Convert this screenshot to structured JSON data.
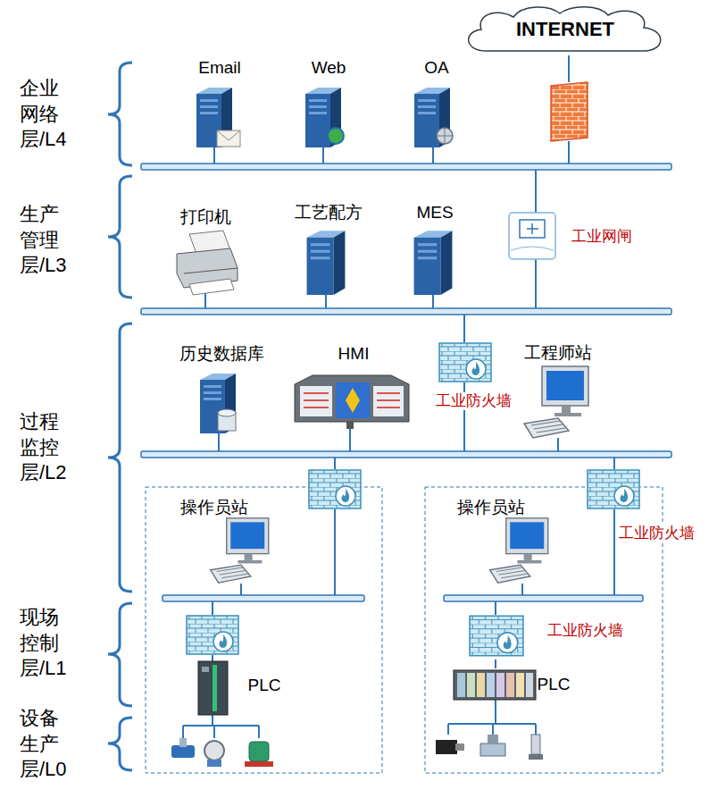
{
  "diagram": {
    "nodes": [
      {
        "text": [
          "INTERNET"
        ]
      },
      {
        "text": [
          "Email"
        ]
      },
      {
        "text": [
          "Web"
        ]
      },
      {
        "text": [
          "OA"
        ]
      },
      {
        "text": [
          "打印机"
        ]
      },
      {
        "text": [
          "工艺配方"
        ]
      },
      {
        "text": [
          "MES"
        ]
      },
      {
        "text": [
          "工业网闸"
        ]
      },
      {
        "text": [
          "历史数据库"
        ]
      },
      {
        "text": [
          "HMI"
        ]
      },
      {
        "text": [
          "工业防火墙"
        ]
      },
      {
        "text": [
          "工程师站"
        ]
      },
      {
        "text": [
          "操作员站"
        ]
      },
      {
        "text": [
          "操作员站"
        ]
      },
      {
        "text": [
          "工业防火墙"
        ]
      },
      {
        "text": [
          "工业防火墙"
        ]
      },
      {
        "text": [
          "PLC"
        ]
      },
      {
        "text": [
          "PLC"
        ]
      }
    ],
    "edges": [
      {
        "from": 15,
        "to": 17,
        "arrow": "none"
      }
    ],
    "labels": [
      "企业网络层/L4",
      "生产管理层/L3",
      "过程监控层/L2",
      "现场控制层/L1",
      "设备生产层/L0"
    ]
  }
}
